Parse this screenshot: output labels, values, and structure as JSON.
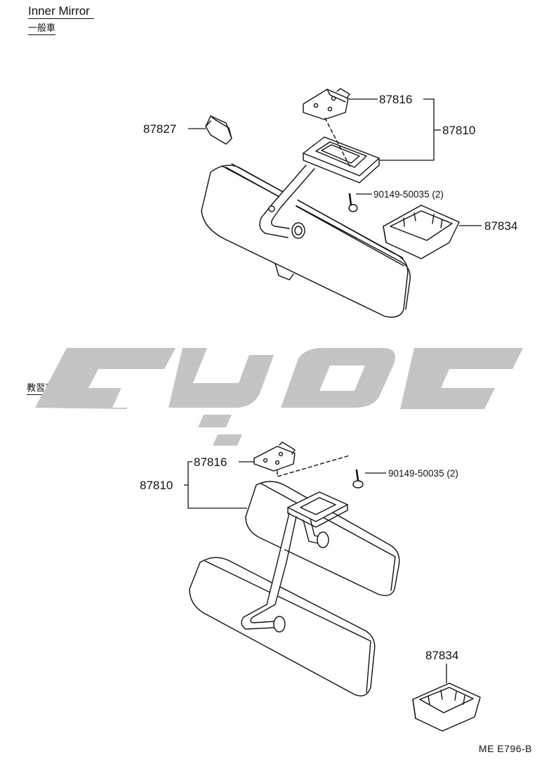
{
  "title": "Inner Mirror",
  "section_general": "一般車",
  "section_training": "教習車",
  "drawing_code": "ME E796-B",
  "watermark_color": "#c4c4c4",
  "top_labels": {
    "bracket": "87816",
    "mirror_assy": "87810",
    "pad": "87827",
    "screw": "90149-50035 (2)",
    "cover": "87834"
  },
  "bottom_labels": {
    "bracket": "87816",
    "mirror_assy": "87810",
    "screw": "90149-50035 (2)",
    "cover": "87834"
  }
}
